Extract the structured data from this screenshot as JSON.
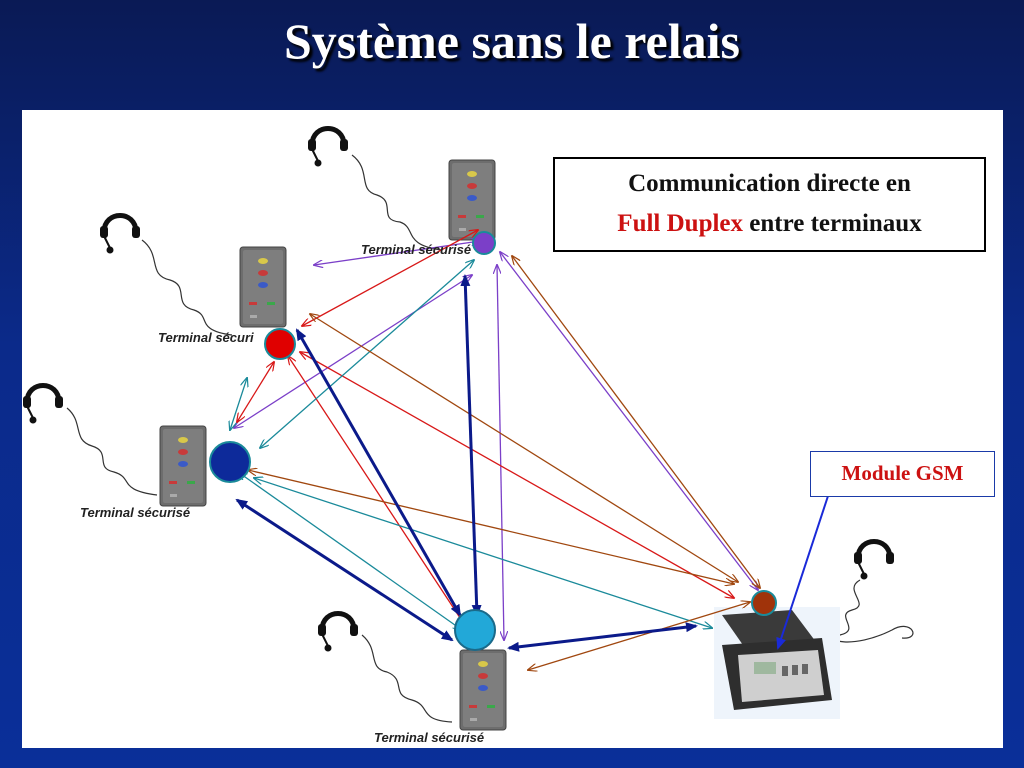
{
  "slide": {
    "title": "Système sans le relais"
  },
  "terminals": [
    {
      "id": "t-top",
      "label": "Terminal sécurisé",
      "node_color": "#7b3fc8"
    },
    {
      "id": "t-upper-left",
      "label": "Terminal sécuri",
      "node_color": "#e00000"
    },
    {
      "id": "t-left",
      "label": "Terminal sécurisé",
      "node_color": "#0d2a9a"
    },
    {
      "id": "t-bottom",
      "label": "Terminal sécurisé",
      "node_color": "#22a8d8"
    }
  ],
  "gsm_unit": {
    "node_color": "#a0330a"
  },
  "callouts": {
    "communication": {
      "line1": "Communication directe en",
      "line2_highlight": "Full Duplex",
      "line2_rest": " entre terminaux"
    },
    "gsm_label": "Module GSM"
  },
  "link_colors": {
    "purple": "#7b3fc8",
    "red": "#d81818",
    "teal": "#1a8a9a",
    "brown": "#a0470f",
    "navy": "#0b1a8a",
    "gsm_pointer": "#1a2ad8"
  }
}
